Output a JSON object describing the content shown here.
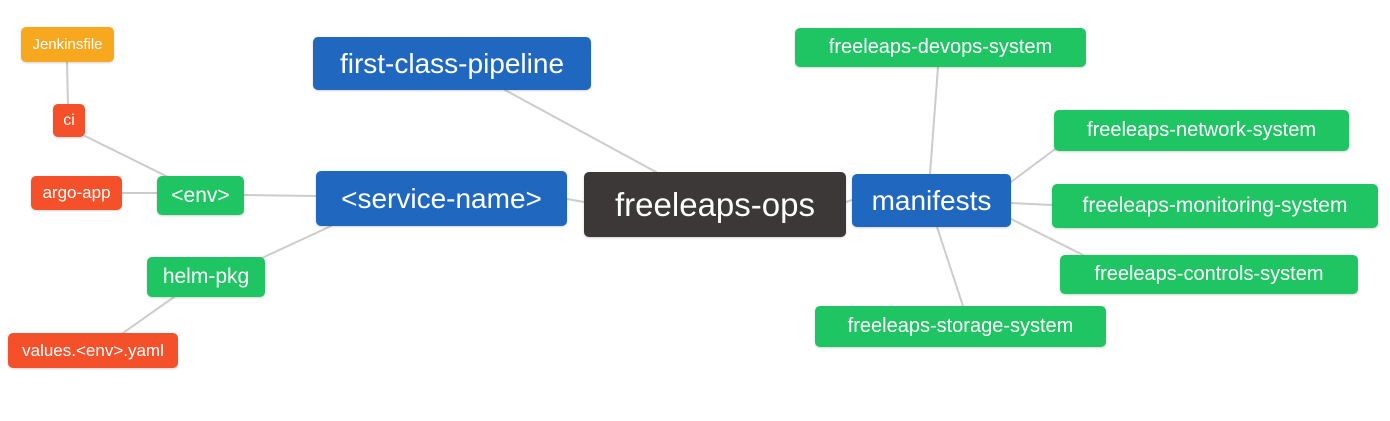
{
  "diagram": {
    "type": "mindmap",
    "root": "freeleaps-ops",
    "nodes": {
      "jenkinsfile": {
        "label": "Jenkinsfile",
        "color": "#f7a81f"
      },
      "ci": {
        "label": "ci",
        "color": "#f4502a"
      },
      "argo_app": {
        "label": "argo-app",
        "color": "#f4502a"
      },
      "env": {
        "label": "<env>",
        "color": "#1fc463"
      },
      "helm_pkg": {
        "label": "helm-pkg",
        "color": "#1fc463"
      },
      "values_yaml": {
        "label": "values.<env>.yaml",
        "color": "#f4502a"
      },
      "fcp": {
        "label": "first-class-pipeline",
        "color": "#2067c0"
      },
      "service_name": {
        "label": "<service-name>",
        "color": "#2067c0"
      },
      "ops": {
        "label": "freeleaps-ops",
        "color": "#3b3837"
      },
      "manifests": {
        "label": "manifests",
        "color": "#2067c0"
      },
      "devops": {
        "label": "freeleaps-devops-system",
        "color": "#1fc463"
      },
      "network": {
        "label": "freeleaps-network-system",
        "color": "#1fc463"
      },
      "monitoring": {
        "label": "freeleaps-monitoring-system",
        "color": "#1fc463"
      },
      "controls": {
        "label": "freeleaps-controls-system",
        "color": "#1fc463"
      },
      "storage": {
        "label": "freeleaps-storage-system",
        "color": "#1fc463"
      }
    },
    "edges": [
      [
        "jenkinsfile",
        "ci"
      ],
      [
        "ci",
        "env"
      ],
      [
        "argo_app",
        "env"
      ],
      [
        "env",
        "service_name"
      ],
      [
        "service_name",
        "helm_pkg"
      ],
      [
        "helm_pkg",
        "values_yaml"
      ],
      [
        "fcp",
        "ops"
      ],
      [
        "service_name",
        "ops"
      ],
      [
        "ops",
        "manifests"
      ],
      [
        "manifests",
        "devops"
      ],
      [
        "manifests",
        "network"
      ],
      [
        "manifests",
        "monitoring"
      ],
      [
        "manifests",
        "controls"
      ],
      [
        "manifests",
        "storage"
      ]
    ],
    "colors": {
      "edge": "#cccccc",
      "background": "#ffffff",
      "text": "#ffffff"
    }
  }
}
